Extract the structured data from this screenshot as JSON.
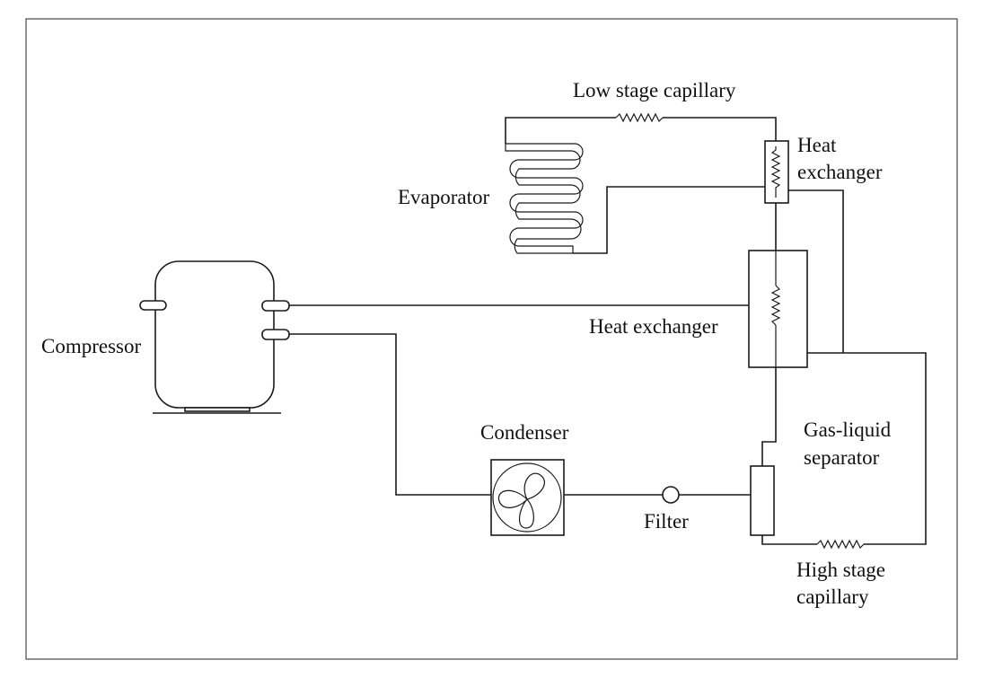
{
  "labels": {
    "low_stage_capillary": "Low stage capillary",
    "heat_exchanger_top_line1": "Heat",
    "heat_exchanger_top_line2": "exchanger",
    "evaporator": "Evaporator",
    "compressor": "Compressor",
    "heat_exchanger_middle": "Heat exchanger",
    "condenser": "Condenser",
    "gas_liquid_separator_line1": "Gas-liquid",
    "gas_liquid_separator_line2": "separator",
    "filter": "Filter",
    "high_stage_capillary_line1": "High stage",
    "high_stage_capillary_line2": "capillary"
  },
  "colors": {
    "stroke": "#1a1a1a",
    "background": "#ffffff",
    "frame": "#555555"
  }
}
